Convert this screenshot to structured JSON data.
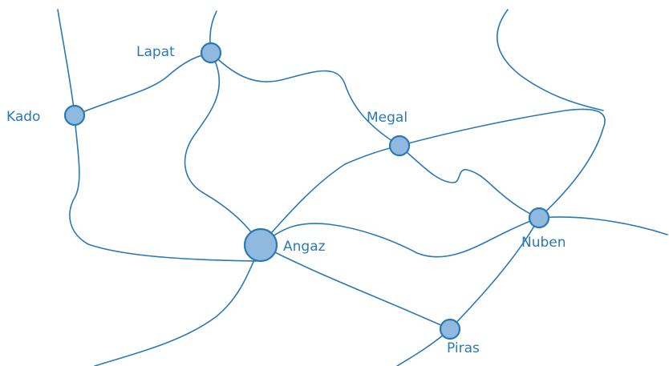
{
  "map": {
    "colors": {
      "road": "#2a79b6",
      "node_fill": "#8fb9df",
      "label": "#2a79b6",
      "background": "#ffffff"
    },
    "towns": [
      {
        "id": "lapat",
        "name": "Lapat"
      },
      {
        "id": "kado",
        "name": "Kado"
      },
      {
        "id": "megal",
        "name": "Megal"
      },
      {
        "id": "angaz",
        "name": "Angaz"
      },
      {
        "id": "nuben",
        "name": "Nuben"
      },
      {
        "id": "piras",
        "name": "Piras"
      }
    ]
  }
}
